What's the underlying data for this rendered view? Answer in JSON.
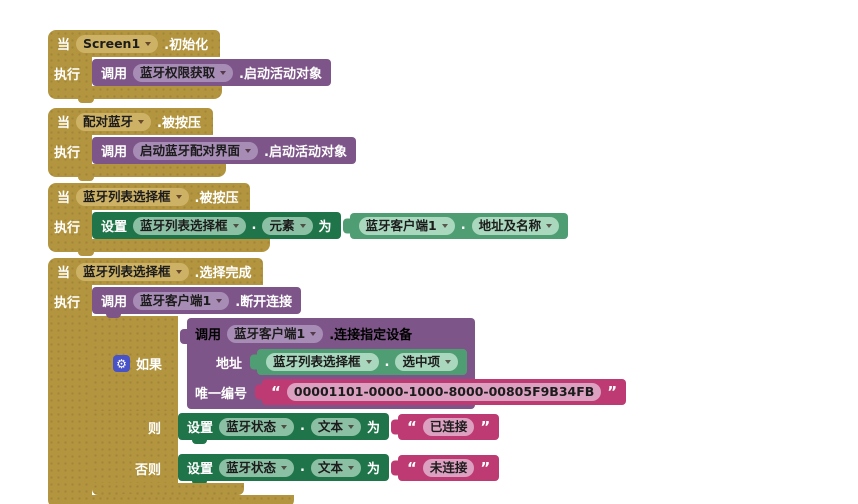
{
  "ui": {
    "dot": ".",
    "open_quote": "“",
    "close_quote": "”",
    "gear_icon_glyph": "⚙"
  },
  "colors": {
    "event_gold": "#B3953F",
    "gold_chip": "#CDB266",
    "call_purple": "#7D5588",
    "purple_chip": "#A78CB5",
    "setter_green": "#1F7449",
    "setter_chip": "#8CC0A4",
    "getter_green": "#4F9E73",
    "getter_chip": "#A9D8BE",
    "string_magenta": "#BE3A72",
    "string_chip": "#DCA0C1",
    "mutator_blue": "#4953C8",
    "workspace_bg": "#FFFFFF"
  },
  "labels": {
    "when": "当",
    "do": "执行",
    "call": "调用",
    "set": "设置",
    "to": "为",
    "if": "如果",
    "then": "则",
    "else": "否则"
  },
  "blocks": [
    {
      "component": "Screen1",
      "event": ".初始化",
      "call": {
        "component": "蓝牙权限获取",
        "method": ".启动活动对象"
      }
    },
    {
      "component": "配对蓝牙",
      "event": ".被按压",
      "call": {
        "component": "启动蓝牙配对界面",
        "method": ".启动活动对象"
      }
    },
    {
      "component": "蓝牙列表选择框",
      "event": ".被按压",
      "setter": {
        "component": "蓝牙列表选择框",
        "property": "元素"
      },
      "getter": {
        "component": "蓝牙客户端1",
        "property": "地址及名称"
      }
    },
    {
      "component": "蓝牙列表选择框",
      "event": ".选择完成",
      "disconnect_call": {
        "component": "蓝牙客户端1",
        "method": ".断开连接"
      },
      "if": {
        "condition_call": {
          "component": "蓝牙客户端1",
          "method": ".连接指定设备",
          "params": [
            {
              "label": "地址",
              "getter": {
                "component": "蓝牙列表选择框",
                "property": "选中项"
              }
            },
            {
              "label": "唯一编号",
              "text": "00001101-0000-1000-8000-00805F9B34FB"
            }
          ]
        },
        "then_setter": {
          "component": "蓝牙状态",
          "property": "文本",
          "text": "已连接"
        },
        "else_setter": {
          "component": "蓝牙状态",
          "property": "文本",
          "text": "未连接"
        }
      }
    }
  ]
}
